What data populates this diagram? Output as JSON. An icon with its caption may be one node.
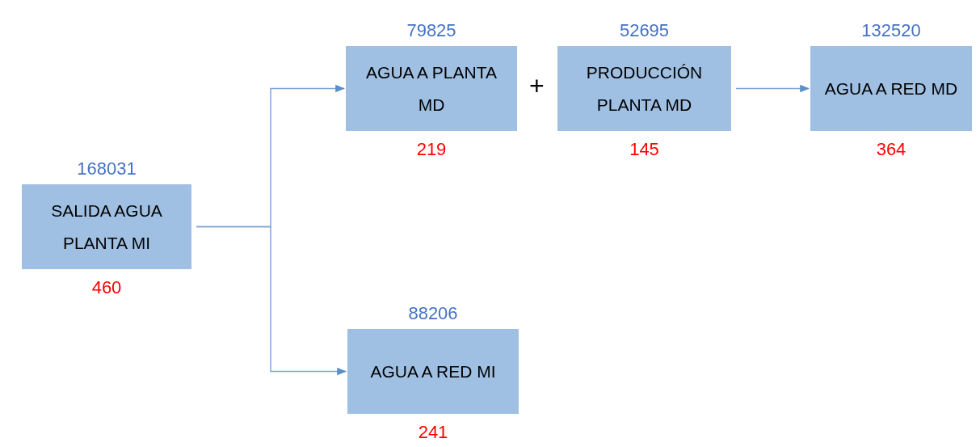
{
  "diagram": {
    "nodes": [
      {
        "text": [
          "SALIDA AGUA PLANTA MI"
        ],
        "beside": [
          "168031",
          "460"
        ]
      },
      {
        "text": [
          "AGUA A PLANTA MD"
        ],
        "beside": [
          "79825",
          "219"
        ]
      },
      {
        "text": [
          "PRODUCCIÓN PLANTA MD"
        ],
        "beside": [
          "52695",
          "145"
        ]
      },
      {
        "text": [
          "AGUA A RED MD"
        ],
        "beside": [
          "132520",
          "364"
        ]
      },
      {
        "text": [
          "AGUA A RED MI"
        ],
        "beside": [
          "88206",
          "241"
        ]
      }
    ],
    "edges": [
      {
        "from": 0,
        "to": 1,
        "arrow": "to"
      },
      {
        "from": 0,
        "to": 4,
        "arrow": "to"
      },
      {
        "from": 2,
        "to": 3,
        "arrow": "to"
      }
    ],
    "labels": [
      "+"
    ]
  }
}
